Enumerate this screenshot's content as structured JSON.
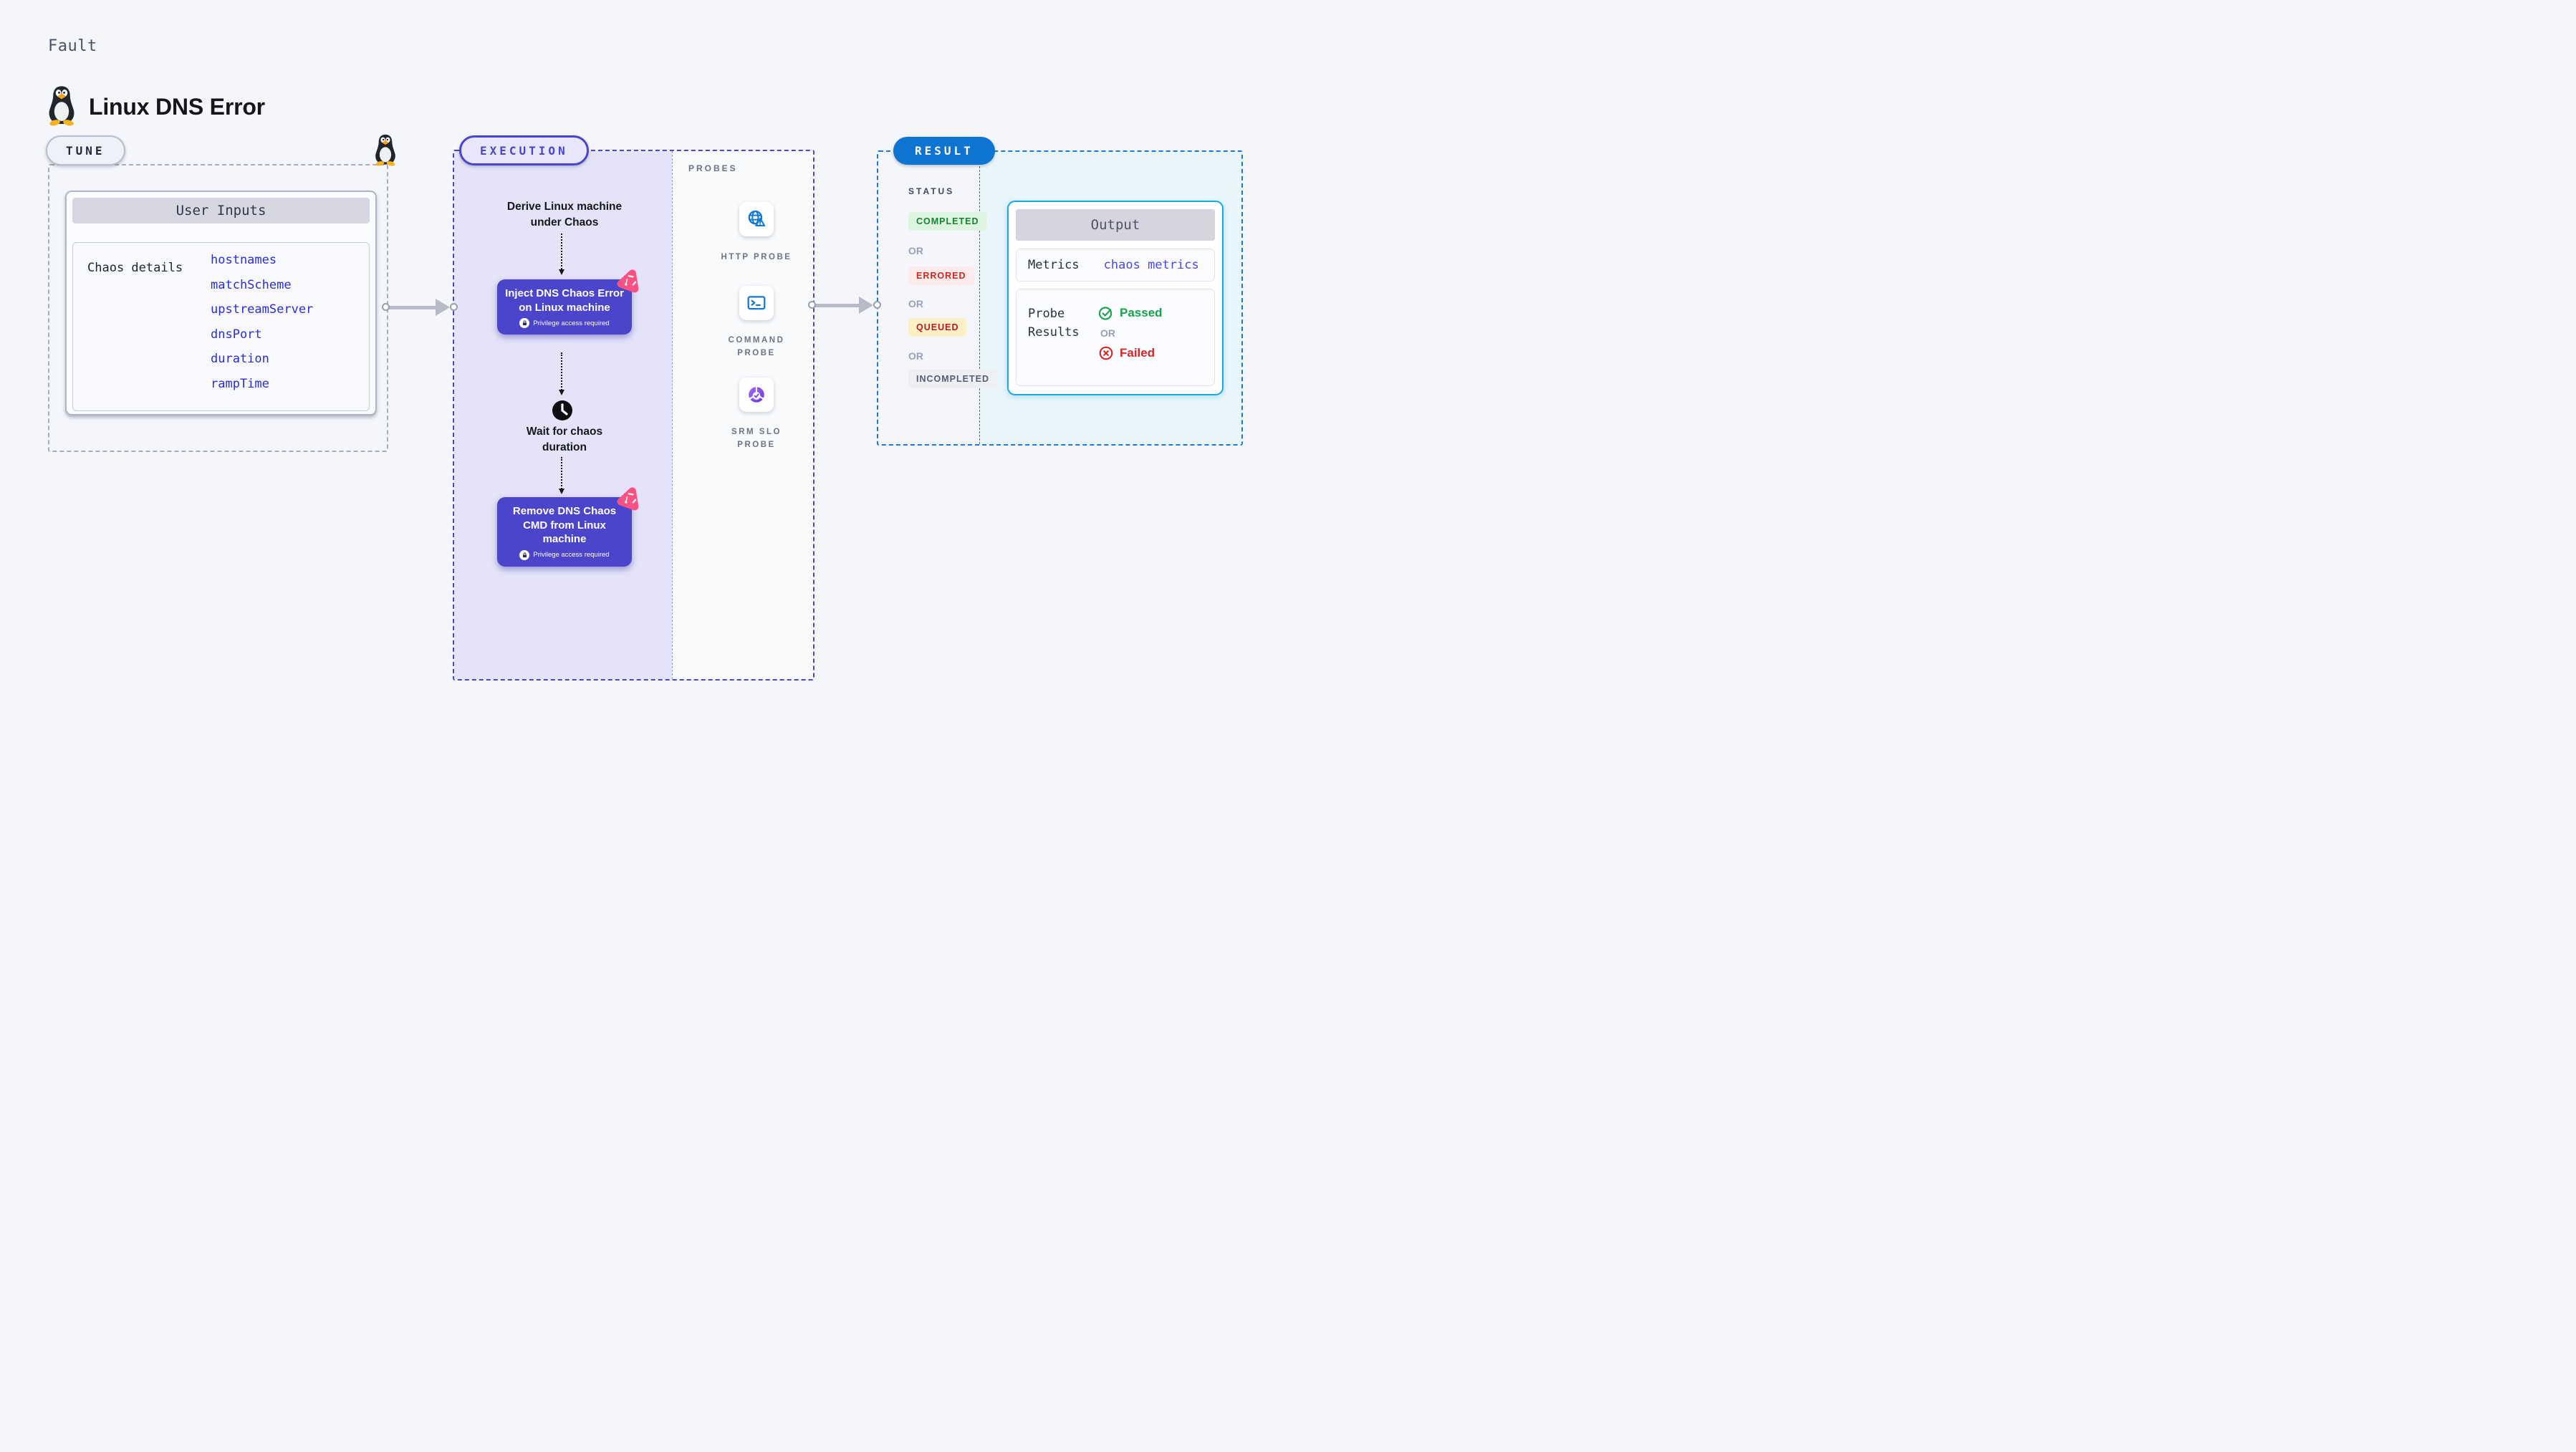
{
  "header": {
    "eyebrow": "Fault",
    "title": "Linux DNS Error"
  },
  "tune": {
    "badge": "TUNE",
    "card_title": "User Inputs",
    "row_label": "Chaos details",
    "inputs": [
      "hostnames",
      "matchScheme",
      "upstreamServer",
      "dnsPort",
      "duration",
      "rampTime"
    ]
  },
  "execution": {
    "badge": "EXECUTION",
    "derive_label": "Derive Linux machine under Chaos",
    "inject_title": "Inject DNS Chaos Error on Linux machine",
    "privilege_label": "Privilege access required",
    "wait_label": "Wait for chaos duration",
    "remove_title": "Remove DNS Chaos CMD from Linux machine"
  },
  "probes": {
    "label": "PROBES",
    "items": [
      {
        "name": "HTTP PROBE",
        "icon": "globe-alert-icon"
      },
      {
        "name": "COMMAND PROBE",
        "icon": "terminal-icon"
      },
      {
        "name": "SRM SLO PROBE",
        "icon": "slo-pie-icon"
      }
    ]
  },
  "result": {
    "badge": "RESULT",
    "status_label": "STATUS",
    "or_label": "OR",
    "statuses": [
      "COMPLETED",
      "ERRORED",
      "QUEUED",
      "INCOMPLETED"
    ],
    "output": {
      "title": "Output",
      "metrics_label": "Metrics",
      "metrics_value": "chaos metrics",
      "probe_results_label": "Probe Results",
      "passed_label": "Passed",
      "failed_label": "Failed"
    }
  },
  "colors": {
    "page_bg": "#f4f6fb",
    "execution_accent": "#4d44cc",
    "execution_panel": "#e5e3f9",
    "node_bg": "#4b45cb",
    "chaos_badge_pink": "#fb5283",
    "result_accent": "#0e74d2",
    "result_panel": "#e8f6fc",
    "output_border": "#16a9e0",
    "probe_icon_blue": "#1378d1",
    "slo_purple": "#7c3aed",
    "status_completed": "#1a7f37",
    "status_errored": "#d02727",
    "status_queued": "#c2191f",
    "status_incompleted": "#565d71",
    "passed_green": "#16a34a",
    "failed_red": "#d92525",
    "input_value_blue": "#2b2cd7"
  }
}
